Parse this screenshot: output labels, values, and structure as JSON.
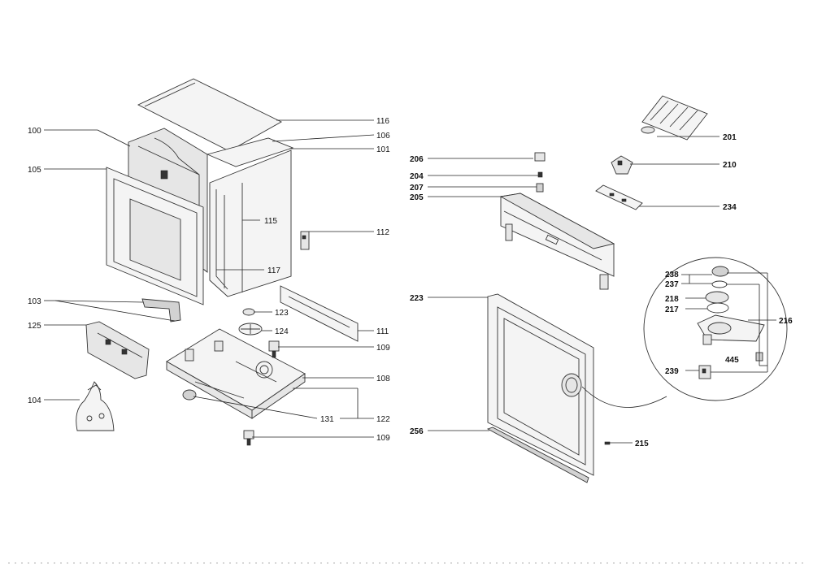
{
  "labels_left": {
    "l100": "100",
    "l105": "105",
    "l103": "103",
    "l125": "125",
    "l104": "104",
    "l116": "116",
    "l106": "106",
    "l101": "101",
    "l115": "115",
    "l112": "112",
    "l117": "117",
    "l123": "123",
    "l124": "124",
    "l111": "111",
    "l109a": "109",
    "l108": "108",
    "l131": "131",
    "l122": "122",
    "l109b": "109"
  },
  "labels_right": {
    "l206": "206",
    "l204": "204",
    "l207": "207",
    "l205": "205",
    "l201": "201",
    "l210": "210",
    "l234": "234",
    "l223": "223",
    "l256": "256",
    "l215": "215",
    "l238": "238",
    "l237": "237",
    "l218": "218",
    "l217": "217",
    "l216": "216",
    "l445": "445",
    "l239": "239"
  }
}
